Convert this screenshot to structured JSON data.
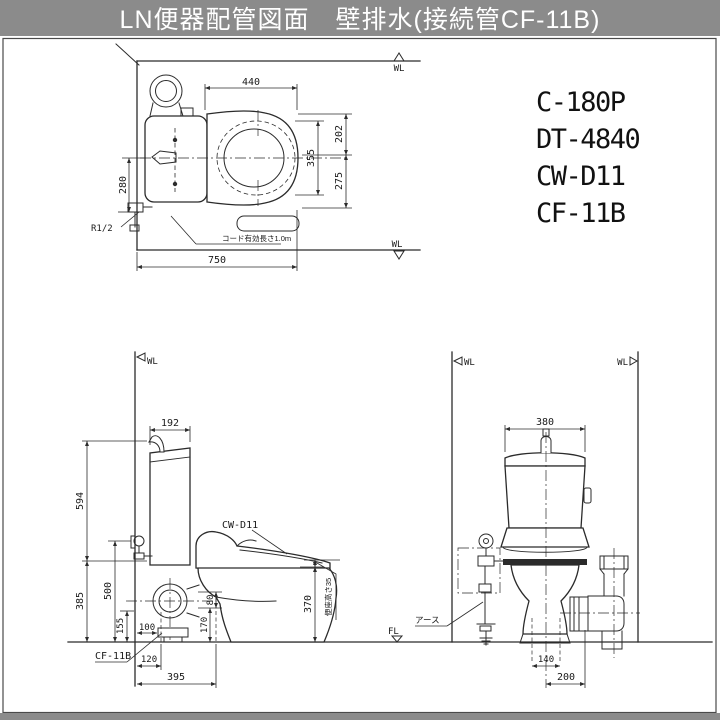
{
  "colors": {
    "title_bg": "#8b8b8b",
    "page_bg": "#ffffff",
    "line": "#2b2b2b",
    "text": "#1a1a1a"
  },
  "title_bar": {
    "title": "LN便器配管図面　壁排水(接続管CF-11B)"
  },
  "parts_list": {
    "items": [
      "C-180P",
      "DT-4840",
      "CW-D11",
      "CF-11B"
    ]
  },
  "markers": {
    "wall_line": "WL",
    "floor_line": "FL"
  },
  "plan_view": {
    "dims": {
      "top_width": "440",
      "right_upper": "202",
      "bowl_length": "355",
      "right_lower": "275",
      "left_offset": "280",
      "total_depth": "750"
    },
    "labels": {
      "supply_thread": "R1/2",
      "cord_note": "コード有効長さ1.0m"
    }
  },
  "side_view": {
    "dims": {
      "tank_depth": "192",
      "upper_height": "594",
      "lower_height": "385",
      "valve_height": "500",
      "pipe_center": "155",
      "wall_clear": "100",
      "outlet_upper": "80",
      "outlet_lower": "170",
      "rim_height": "370",
      "pipe_offset": "120",
      "bowl_depth": "395"
    },
    "labels": {
      "seat_model": "CW-D11",
      "connector_model": "CF-11B",
      "seat_note": "便座高さ35"
    }
  },
  "front_view": {
    "dims": {
      "tank_width": "380",
      "bolt_pitch": "140",
      "drain_offset": "200"
    },
    "labels": {
      "earth": "アース"
    }
  }
}
